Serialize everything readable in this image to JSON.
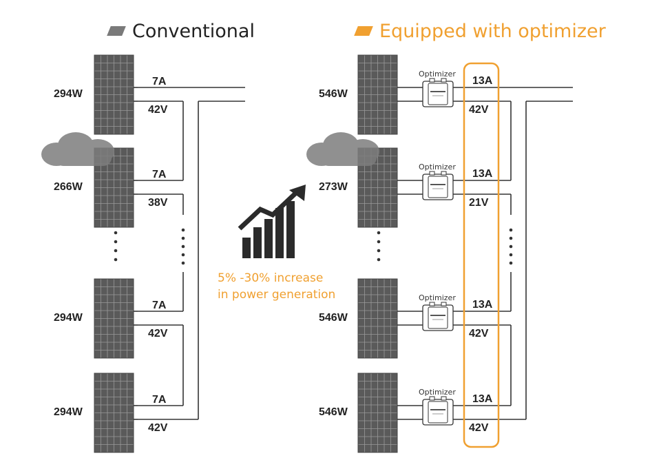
{
  "colors": {
    "accent": "#f0a030",
    "conventional_chip": "#7a7a7a",
    "wire": "#333333",
    "panel": "#5a5a5a",
    "cloud": "#7d7d7d"
  },
  "conventional": {
    "title": "Conventional",
    "panels": [
      {
        "power": "294W",
        "current": "7A",
        "voltage": "42V"
      },
      {
        "power": "266W",
        "current": "7A",
        "voltage": "38V"
      },
      {
        "power": "294W",
        "current": "7A",
        "voltage": "42V"
      },
      {
        "power": "294W",
        "current": "7A",
        "voltage": "42V"
      }
    ]
  },
  "optimizer": {
    "title": "Equipped with optimizer",
    "device_label": "Optimizer",
    "panels": [
      {
        "power": "546W",
        "current": "13A",
        "voltage": "42V"
      },
      {
        "power": "273W",
        "current": "13A",
        "voltage": "21V"
      },
      {
        "power": "546W",
        "current": "13A",
        "voltage": "42V"
      },
      {
        "power": "546W",
        "current": "13A",
        "voltage": "42V"
      }
    ]
  },
  "increase_note": {
    "line1": "5% -30% increase",
    "line2": "in power generation"
  },
  "icons": [
    "cloud-icon",
    "growth-chart-icon",
    "optimizer-device-icon"
  ]
}
